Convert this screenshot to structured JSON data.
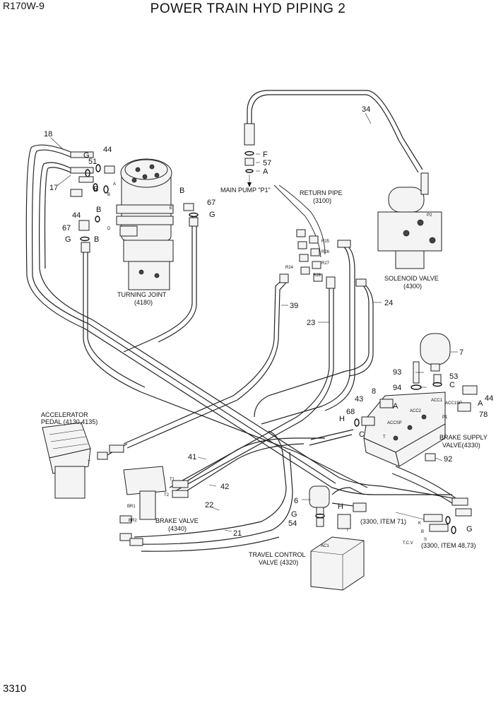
{
  "header": {
    "model": "R170W-9",
    "title": "POWER TRAIN HYD PIPING 2"
  },
  "footer": {
    "page": "3310"
  },
  "callouts": {
    "n34": "34",
    "n18": "18",
    "n17": "17",
    "n44a": "44",
    "n51": "51",
    "nGa": "G",
    "nBa": "B",
    "nBb": "B",
    "n44b": "44",
    "n67a": "67",
    "nGb": "G",
    "nBc": "B",
    "nBd": "B",
    "n67b": "67",
    "nGc": "G",
    "nF": "F",
    "n57": "57",
    "nAa": "A",
    "n39": "39",
    "n23": "23",
    "n24": "24",
    "n7": "7",
    "n93": "93",
    "n53": "53",
    "nC1": "C",
    "n94": "94",
    "n8": "8",
    "n43": "43",
    "nAb": "A",
    "n44c": "44",
    "nAc": "A",
    "n78": "78",
    "n68": "68",
    "nH1": "H",
    "nC2": "C",
    "n92": "92",
    "n41": "41",
    "n42": "42",
    "n22": "22",
    "n21": "21",
    "n6": "6",
    "nG3": "G",
    "n54": "54",
    "nH2": "H",
    "nG4": "G"
  },
  "labels": {
    "main_pump": "MAIN PUMP \"P1\"",
    "return_pipe": "RETURN PIPE",
    "return_pipe_ref": "(3100)",
    "solenoid_valve": "SOLENOID VALVE",
    "solenoid_valve_ref": "(4300)",
    "turning_joint": "TURNING JOINT",
    "turning_joint_ref": "(4180)",
    "accelerator_pedal": "ACCELERATOR",
    "accelerator_pedal_ref": "PEDAL (4130,4135)",
    "brake_supply_valve": "BRAKE SUPPLY",
    "brake_supply_valve_ref": "VALVE(4330)",
    "brake_valve": "BRAKE VALVE",
    "brake_valve_ref": "(4340)",
    "travel_control_valve": "TRAVEL CONTROL",
    "travel_control_valve_ref": "VALVE (4320)",
    "item71_ref": "(3300, ITEM 71)",
    "item4873_ref": "(3300, ITEM 48,73)"
  },
  "port_marks": {
    "pA": "A",
    "pB": "B",
    "pD": "D",
    "pE": "E",
    "pP2": "P2",
    "pR25": "R25",
    "pR26": "R26",
    "pR27": "R27",
    "pR28": "R28",
    "pR24": "R24",
    "pT": "T",
    "pT1": "T1",
    "pT2": "T2",
    "pBR1": "BR1",
    "pBR2": "BR2",
    "pACC1": "ACC1",
    "pACC2": "ACC2",
    "pACCSP": "ACCSP",
    "pACC1SP": "ACC1SP",
    "pP1": "P1",
    "pTbs": "T",
    "pAC1": "AC1",
    "pTtc": "T",
    "pTCV": "T.C.V",
    "pK": "K",
    "pBk": "B",
    "pS": "S"
  }
}
